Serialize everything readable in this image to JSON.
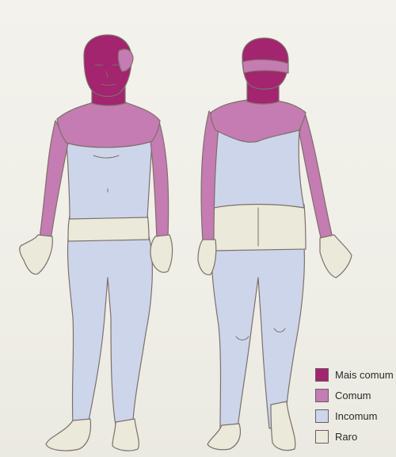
{
  "colors": {
    "mais_comum": "#a3246f",
    "comum": "#c57cb2",
    "incomum": "#cdd5ea",
    "raro": "#ebe9d9",
    "outline": "#7d6f6a"
  },
  "legend": {
    "items": [
      {
        "label": "Mais comum",
        "color": "#a3246f"
      },
      {
        "label": "Comum",
        "color": "#c57cb2"
      },
      {
        "label": "Incomum",
        "color": "#cdd5ea"
      },
      {
        "label": "Raro",
        "color": "#ebe9d9"
      }
    ]
  },
  "figures": {
    "front": {
      "icon": "front-body-icon"
    },
    "back": {
      "icon": "back-body-icon"
    }
  }
}
